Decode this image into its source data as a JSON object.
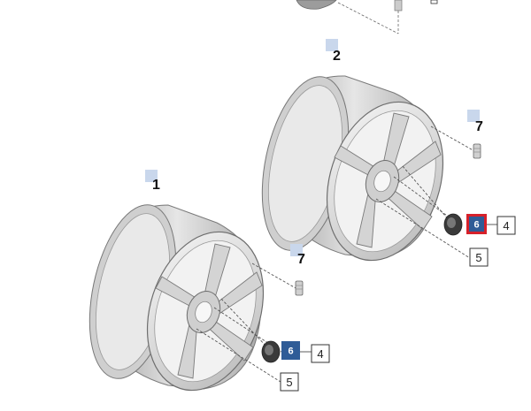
{
  "labels": {
    "wheel_1": "1",
    "wheel_2": "2",
    "bolt_upper": "7",
    "bolt_lower": "7",
    "cap_upper": "6",
    "cap_lower": "6",
    "ref4_upper": "4",
    "ref5_upper": "5",
    "ref4_lower": "4",
    "ref5_lower": "5"
  },
  "colors": {
    "marker_square": "#c9d7ec",
    "badge": "#2f5c97",
    "highlight": "#d6202a",
    "wheel_fill": "#e3e3e3",
    "wheel_stroke": "#8a8a8a"
  }
}
